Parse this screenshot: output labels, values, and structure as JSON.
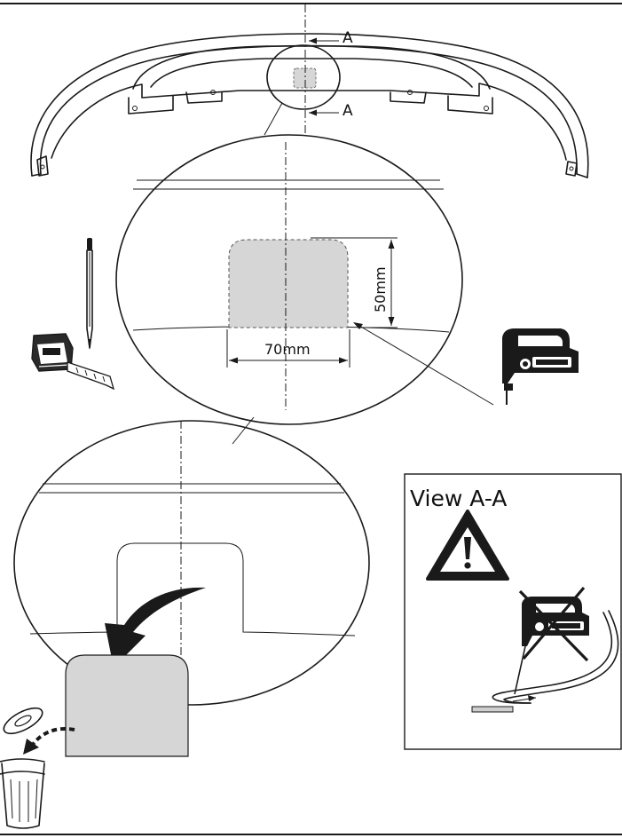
{
  "labels": {
    "section_top": "A",
    "section_bottom": "A",
    "dim_height": "50mm",
    "dim_width": "70mm",
    "view_title": "View A-A"
  },
  "icons": [
    "bumper-outline",
    "pencil-icon",
    "tape-measure-icon",
    "jigsaw-icon",
    "warning-icon",
    "crossed-jigsaw-icon",
    "trash-can-icon",
    "curved-arrow-icon"
  ],
  "colors": {
    "cutout_fill": "#d6d6d6",
    "line": "#1a1a1a"
  }
}
